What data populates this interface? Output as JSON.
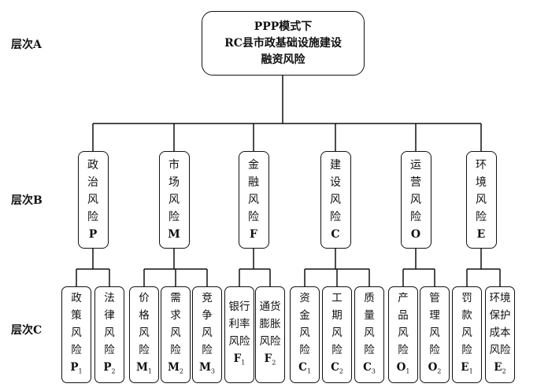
{
  "levels": {
    "a": "层次A",
    "b": "层次B",
    "c": "层次C"
  },
  "root": {
    "lines": [
      "PPP模式下",
      "RC县市政基础设施建设",
      "融资风险"
    ]
  },
  "b_nodes": [
    {
      "name": "政治风险",
      "code": "P"
    },
    {
      "name": "市场风险",
      "code": "M"
    },
    {
      "name": "金融风险",
      "code": "F"
    },
    {
      "name": "建设风险",
      "code": "C"
    },
    {
      "name": "运营风险",
      "code": "O"
    },
    {
      "name": "环境风险",
      "code": "E"
    }
  ],
  "c_nodes": [
    {
      "lines": [
        "政",
        "策",
        "风",
        "险"
      ],
      "code": "P",
      "sub": "1",
      "parent": 0
    },
    {
      "lines": [
        "法",
        "律",
        "风",
        "险"
      ],
      "code": "P",
      "sub": "2",
      "parent": 0
    },
    {
      "lines": [
        "价",
        "格",
        "风",
        "险"
      ],
      "code": "M",
      "sub": "1",
      "parent": 1
    },
    {
      "lines": [
        "需",
        "求",
        "风",
        "险"
      ],
      "code": "M",
      "sub": "2",
      "parent": 1
    },
    {
      "lines": [
        "竞",
        "争",
        "风",
        "险"
      ],
      "code": "M",
      "sub": "3",
      "parent": 1
    },
    {
      "lines": [
        "银行",
        "利率",
        "风险"
      ],
      "code": "F",
      "sub": "1",
      "parent": 2
    },
    {
      "lines": [
        "通货",
        "膨胀",
        "风险"
      ],
      "code": "F",
      "sub": "2",
      "parent": 2
    },
    {
      "lines": [
        "资",
        "金",
        "风",
        "险"
      ],
      "code": "C",
      "sub": "1",
      "parent": 3
    },
    {
      "lines": [
        "工",
        "期",
        "风",
        "险"
      ],
      "code": "C",
      "sub": "2",
      "parent": 3
    },
    {
      "lines": [
        "质",
        "量",
        "风",
        "险"
      ],
      "code": "C",
      "sub": "3",
      "parent": 3
    },
    {
      "lines": [
        "产",
        "品",
        "风",
        "险"
      ],
      "code": "O",
      "sub": "1",
      "parent": 4
    },
    {
      "lines": [
        "管",
        "理",
        "风",
        "险"
      ],
      "code": "O",
      "sub": "2",
      "parent": 4
    },
    {
      "lines": [
        "罚",
        "款",
        "风",
        "险"
      ],
      "code": "E",
      "sub": "1",
      "parent": 5
    },
    {
      "lines": [
        "环境",
        "保护",
        "成本",
        "风险"
      ],
      "code": "E",
      "sub": "2",
      "parent": 5
    }
  ]
}
